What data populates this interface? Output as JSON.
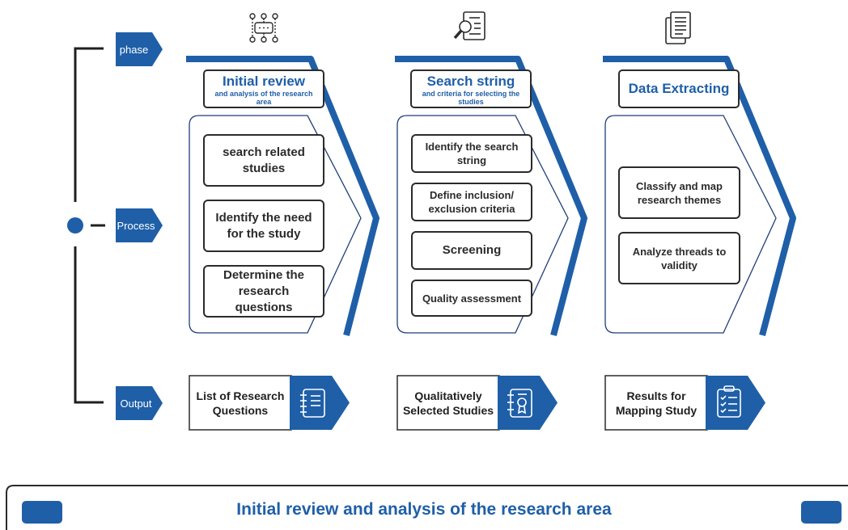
{
  "labels": {
    "phase": "phase",
    "process": "Process",
    "output": "Output"
  },
  "phases": [
    {
      "title": "Initial review",
      "subtitle": "and analysis of the research area",
      "icon": "flowchart-icon",
      "steps": [
        "search related studies",
        "Identify the need for the study",
        "Determine the research questions"
      ],
      "output": "List of Research Questions",
      "output_icon": "notebook-icon"
    },
    {
      "title": "Search string",
      "subtitle": "and criteria for selecting the studies",
      "icon": "magnifier-document-icon",
      "steps": [
        "Identify the search string",
        "Define inclusion/ exclusion criteria",
        "Screening",
        "Quality assessment"
      ],
      "output": "Qualitatively Selected Studies",
      "output_icon": "certificate-document-icon"
    },
    {
      "title": "Data Extracting",
      "subtitle": "",
      "icon": "copy-documents-icon",
      "steps": [
        "Classify and map research themes",
        "Analyze threads to validity"
      ],
      "output": "Results for Mapping Study",
      "output_icon": "checklist-clipboard-icon"
    }
  ],
  "bottom_bar": {
    "title": "Initial review and analysis of the research area"
  },
  "colors": {
    "accent": "#1f5fa8",
    "border": "#2b2b2b",
    "panel_border": "#1f3f7a"
  }
}
